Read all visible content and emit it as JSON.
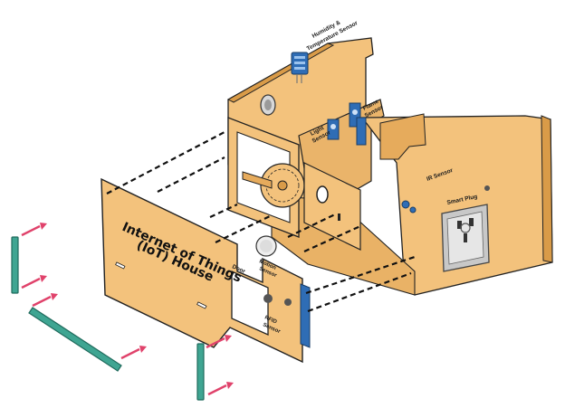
{
  "colors": {
    "wood": "#f3c27c",
    "wood_dark": "#d99b48",
    "wood_shade": "#e6ab5c",
    "outline": "#222222",
    "slide_arrow": "#e0426b",
    "guide_line": "#111111",
    "edge_rail": "#3fa592",
    "socket": "#c8c8c8",
    "sensor_blue": "#2f6db5"
  },
  "labels": {
    "front_title_line1": "Internet of Things",
    "front_title_line2": "(IoT) House",
    "door": "Door",
    "motion_sensor_line1": "Motion",
    "motion_sensor_line2": "Sensor",
    "rfid_line1": "RFID",
    "rfid_line2": "Sensor",
    "humidity_line1": "Humidity &",
    "humidity_line2": "Temperature Sensor",
    "light_line1": "Light",
    "light_line2": "Sensor",
    "flame_line1": "Flame",
    "flame_line2": "Sensor",
    "ir_sensor": "IR Sensor",
    "smart_plug": "Smart Plug"
  },
  "icons": [
    "slide-arrow-icon",
    "edge-rail-icon",
    "smart-plug-icon",
    "rfid-reader-icon",
    "motion-sensor-icon",
    "servo-gear-icon",
    "buzzer-icon",
    "led-icon"
  ]
}
